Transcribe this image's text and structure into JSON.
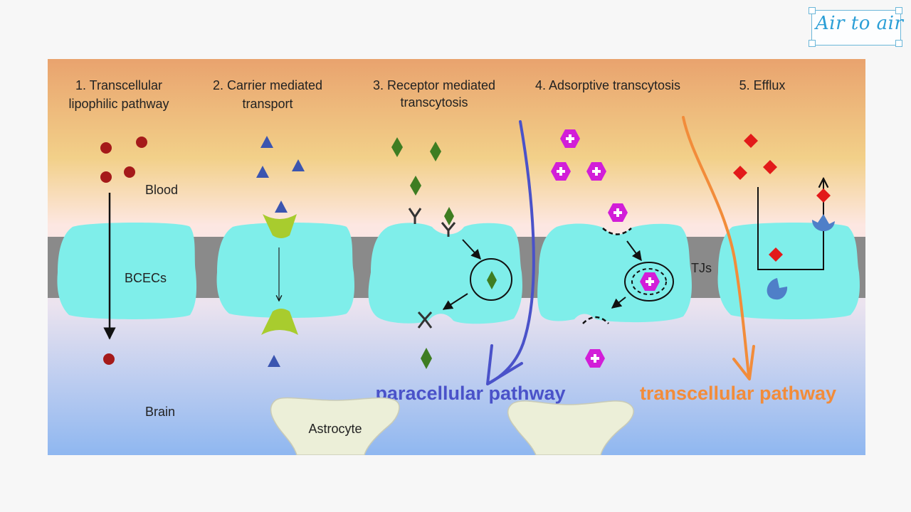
{
  "logo": {
    "text": "Air to air"
  },
  "labels": {
    "m1": [
      "1. Transcellular",
      "lipophilic pathway"
    ],
    "m2": [
      "2. Carrier mediated",
      "transport"
    ],
    "m3": [
      "3. Receptor mediated",
      "transcytosis"
    ],
    "m4": [
      "4. Adsorptive transcytosis"
    ],
    "m5": [
      "5. Efflux"
    ],
    "blood": "Blood",
    "bcecs": "BCECs",
    "tjs": "TJs",
    "brain": "Brain",
    "astrocyte": "Astrocyte",
    "paracellular": "paracellular pathway",
    "transcellular": "transcellular pathway"
  },
  "colors": {
    "paracellular": "#4a52c9",
    "transcellular": "#f28c3a",
    "cell": "#7feeea",
    "junction": "#8a8a8a",
    "lipophilic_molecule": "#a51a1a",
    "carrier_substrate": "#3b55b0",
    "carrier_protein": "#a8cc2e",
    "receptor_ligand": "#3e7d22",
    "cationic_molecule": "#d21ed8",
    "efflux_substrate": "#e21a1a",
    "efflux_pump": "#4f7fc8"
  }
}
